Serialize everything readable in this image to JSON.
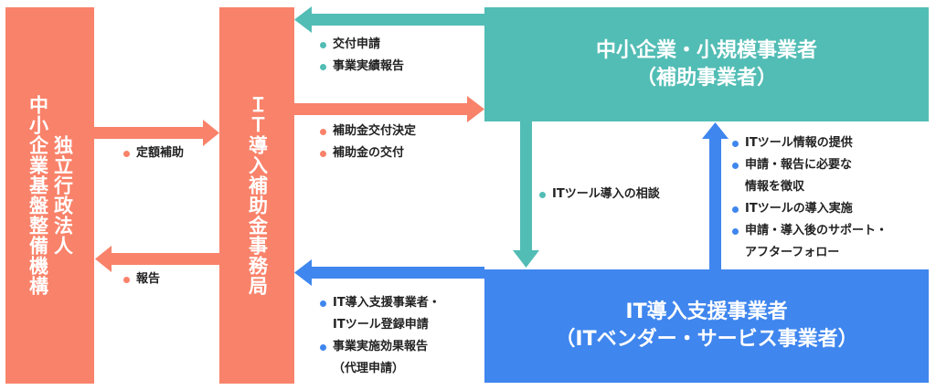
{
  "colors": {
    "orange": "#f9826a",
    "teal": "#52bdb5",
    "blue": "#3f86ee",
    "text": "#222222"
  },
  "nodes": {
    "agency": {
      "lines": [
        "独立行政法人",
        "中小企業基盤整備機構"
      ]
    },
    "office": {
      "lines": [
        "ＩＴ導入補助金事務局"
      ]
    },
    "sme": {
      "lines": [
        "中小企業・小規模事業者",
        "（補助事業者）"
      ]
    },
    "vendor": {
      "lines": [
        "IT導入支援事業者",
        "（ITベンダー・サービス事業者）"
      ]
    }
  },
  "edges": {
    "agency_to_office": {
      "items": [
        "定額補助"
      ],
      "dot": "orange"
    },
    "office_to_agency": {
      "items": [
        "報告"
      ],
      "dot": "orange"
    },
    "sme_to_office": {
      "items": [
        "交付申請",
        "事業実績報告"
      ],
      "dot": "teal"
    },
    "office_to_sme": {
      "items": [
        "補助金交付決定",
        "補助金の交付"
      ],
      "dot": "orange"
    },
    "sme_to_vendor": {
      "items": [
        "ITツール導入の相談"
      ],
      "dot": "teal"
    },
    "vendor_to_sme": {
      "items": [
        "ITツール情報の提供",
        "申請・報告に必要な",
        "情報を徴収",
        "ITツールの導入実施",
        "申請・導入後のサポート・",
        "アフターフォロー"
      ],
      "bullets": [
        true,
        true,
        false,
        true,
        true,
        false
      ],
      "dot": "blue"
    },
    "vendor_to_office": {
      "items": [
        "IT導入支援事業者・",
        "ITツール登録申請",
        "事業実施効果報告",
        "（代理申請）"
      ],
      "bullets": [
        true,
        false,
        true,
        false
      ],
      "dot": "blue"
    }
  }
}
